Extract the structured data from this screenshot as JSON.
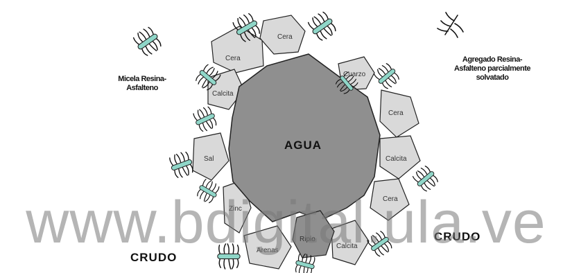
{
  "legend": {
    "micelle_line1": "Micela Resina-",
    "micelle_line2": "Asfalteno",
    "aggregate_line1": "Agregado Resina-",
    "aggregate_line2": "Asfalteno parcialmente",
    "aggregate_line3": "solvatado"
  },
  "center_label": "AGUA",
  "crudo_left": "CRUDO",
  "crudo_right": "CRUDO",
  "particles": [
    "Cera",
    "Cera",
    "Cuarzo",
    "Calcita",
    "Cera",
    "Calcita",
    "Sal",
    "Cera",
    "Zinc",
    "Ripio",
    "Calcita",
    "Arenas"
  ],
  "watermark": "www.bdigital.ula.ve",
  "colors": {
    "water": "#8f8f8f",
    "particle_fill": "#d9d9d9",
    "molecule_core": "#8fd6c8",
    "outline": "#222222"
  }
}
